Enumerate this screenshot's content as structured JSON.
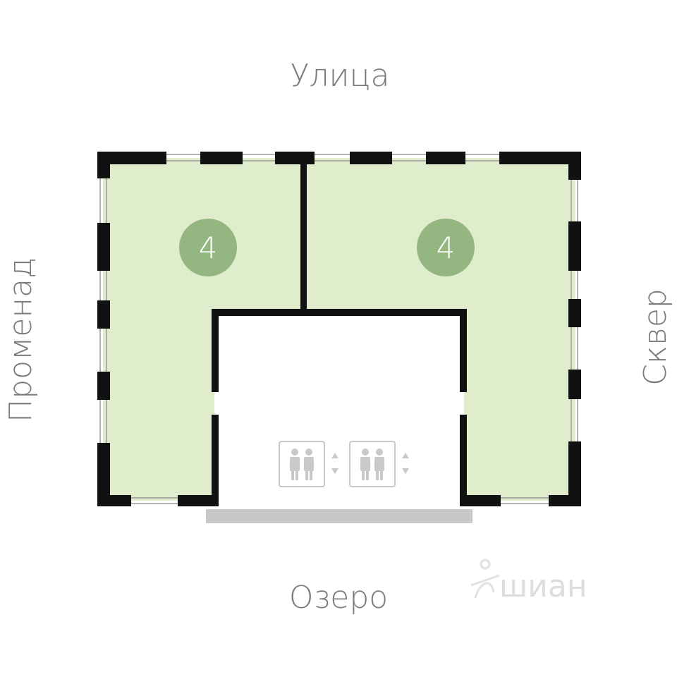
{
  "directions": {
    "top": "Улица",
    "bottom": "Озеро",
    "left": "Променад",
    "right": "Сквер"
  },
  "units": [
    {
      "rooms": "4"
    },
    {
      "rooms": "4"
    }
  ],
  "elevator_count": 2,
  "colors": {
    "unit_fill": "#e0edcc",
    "badge": "#94b781",
    "wall": "#111111",
    "terrace": "#c8c8c8",
    "elevator_icon": "#c9c9c9"
  },
  "watermark": "шиан"
}
